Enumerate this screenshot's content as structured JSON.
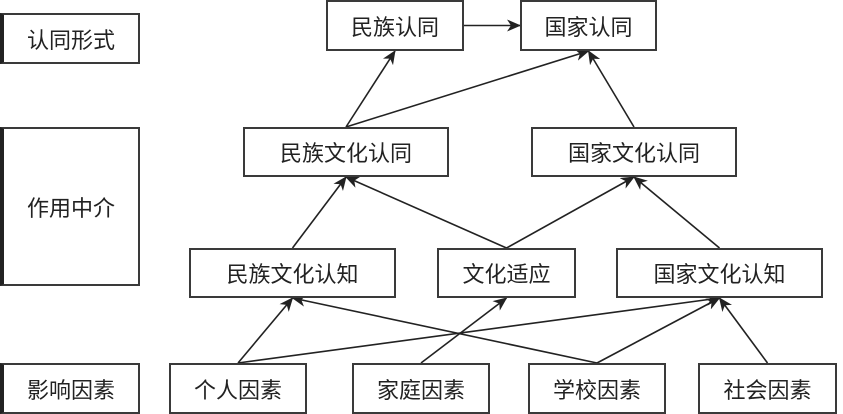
{
  "levels": {
    "identity_form": "认同形式",
    "mediation": "作用中介",
    "influence_factors": "影响因素"
  },
  "nodes": {
    "ethnic_identity": "民族认同",
    "national_identity": "国家认同",
    "ethnic_cultural_identity": "民族文化认同",
    "national_cultural_identity": "国家文化认同",
    "ethnic_cultural_cognition": "民族文化认知",
    "cultural_adaptation": "文化适应",
    "national_cultural_cognition": "国家文化认知",
    "personal_factors": "个人因素",
    "family_factors": "家庭因素",
    "school_factors": "学校因素",
    "social_factors": "社会因素"
  },
  "edges": [
    [
      "ethnic_identity",
      "national_identity"
    ],
    [
      "ethnic_cultural_identity",
      "ethnic_identity"
    ],
    [
      "ethnic_cultural_identity",
      "national_identity"
    ],
    [
      "national_cultural_identity",
      "national_identity"
    ],
    [
      "ethnic_cultural_cognition",
      "ethnic_cultural_identity"
    ],
    [
      "cultural_adaptation",
      "ethnic_cultural_identity"
    ],
    [
      "cultural_adaptation",
      "national_cultural_identity"
    ],
    [
      "national_cultural_cognition",
      "national_cultural_identity"
    ],
    [
      "personal_factors",
      "ethnic_cultural_cognition"
    ],
    [
      "personal_factors",
      "national_cultural_cognition"
    ],
    [
      "family_factors",
      "cultural_adaptation"
    ],
    [
      "school_factors",
      "ethnic_cultural_cognition"
    ],
    [
      "school_factors",
      "national_cultural_cognition"
    ],
    [
      "social_factors",
      "national_cultural_cognition"
    ]
  ]
}
